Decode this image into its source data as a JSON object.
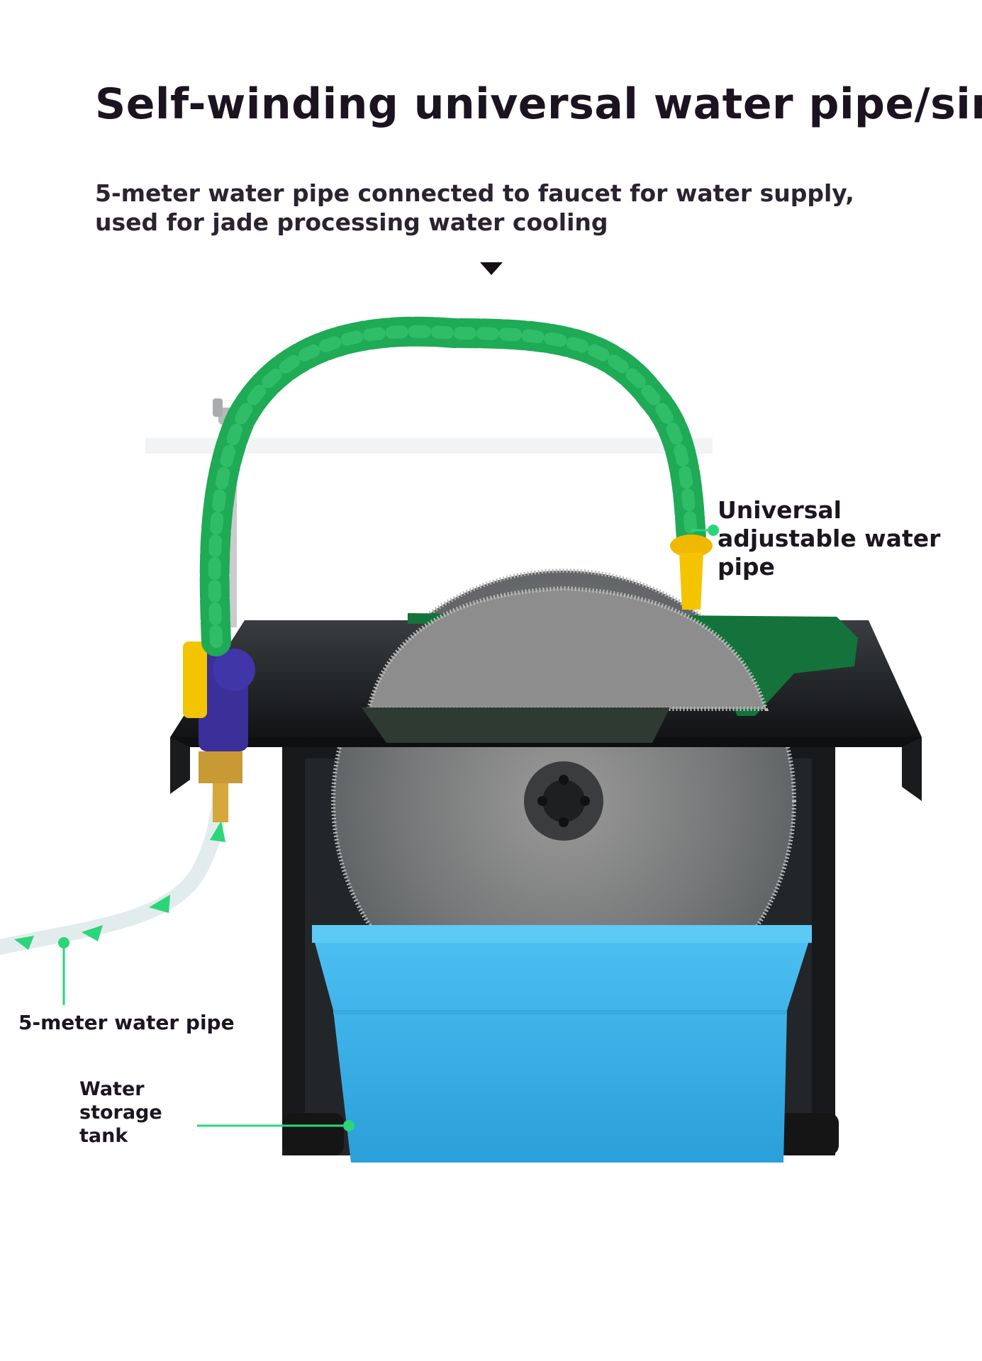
{
  "header": {
    "title": "Self-winding universal water pipe/sink",
    "subtitle": "5-meter water pipe connected to faucet for water supply, used for jade processing water cooling"
  },
  "callouts": {
    "universal_pipe": "Universal adjustable water pipe",
    "five_meter_pipe": "5-meter water pipe",
    "storage_tank": "Water storage tank"
  },
  "colors": {
    "hose_green": "#1faa55",
    "callout_green": "#2bd67b",
    "tank_blue": "#39b0e6",
    "valve_yellow": "#f5c400",
    "valve_purple": "#3b2f9a",
    "cover_green": "#14733a"
  }
}
